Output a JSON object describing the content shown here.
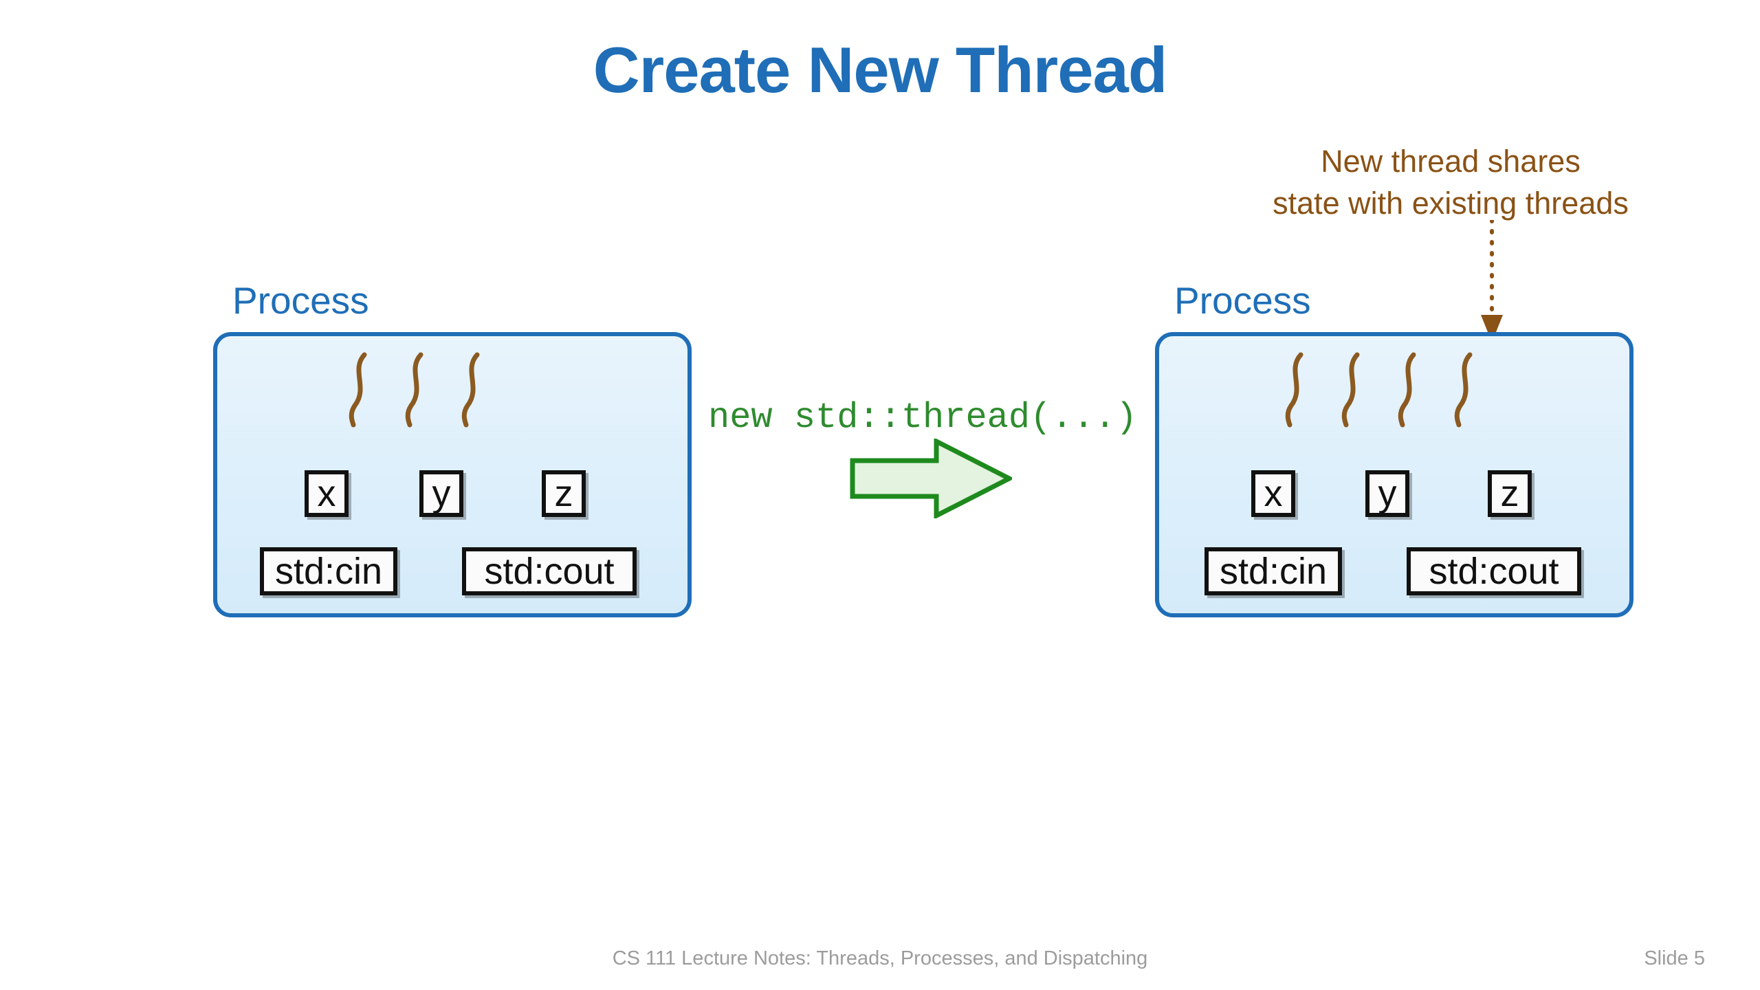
{
  "slide": {
    "title": "Create New Thread",
    "title_color": "#1F6EB7",
    "footer_note": "CS 111 Lecture Notes: Threads, Processes, and Dispatching",
    "slide_number": "Slide 5"
  },
  "annotation": {
    "line1": "New thread shares",
    "line2": "state with existing threads",
    "color": "#8A5215",
    "connector": "dotted-arrow-down"
  },
  "transition": {
    "code": "new std::thread(...)",
    "code_color": "#2E8B2E",
    "arrow_icon": "right-block-arrow-icon",
    "arrow_fill": "#E3F3DF",
    "arrow_stroke": "#1E8A1E"
  },
  "processes": [
    {
      "id": "before",
      "label": "Process",
      "label_color": "#1F6EB7",
      "box_fill": "#DCEFFB",
      "box_border": "#1F6EB7",
      "thread_count": 3,
      "thread_color": "#8B5A20",
      "variables": [
        "x",
        "y",
        "z"
      ],
      "io_streams": [
        "std:cin",
        "std:cout"
      ]
    },
    {
      "id": "after",
      "label": "Process",
      "label_color": "#1F6EB7",
      "box_fill": "#DCEFFB",
      "box_border": "#1F6EB7",
      "thread_count": 4,
      "thread_color": "#8B5A20",
      "variables": [
        "x",
        "y",
        "z"
      ],
      "io_streams": [
        "std:cin",
        "std:cout"
      ]
    }
  ]
}
